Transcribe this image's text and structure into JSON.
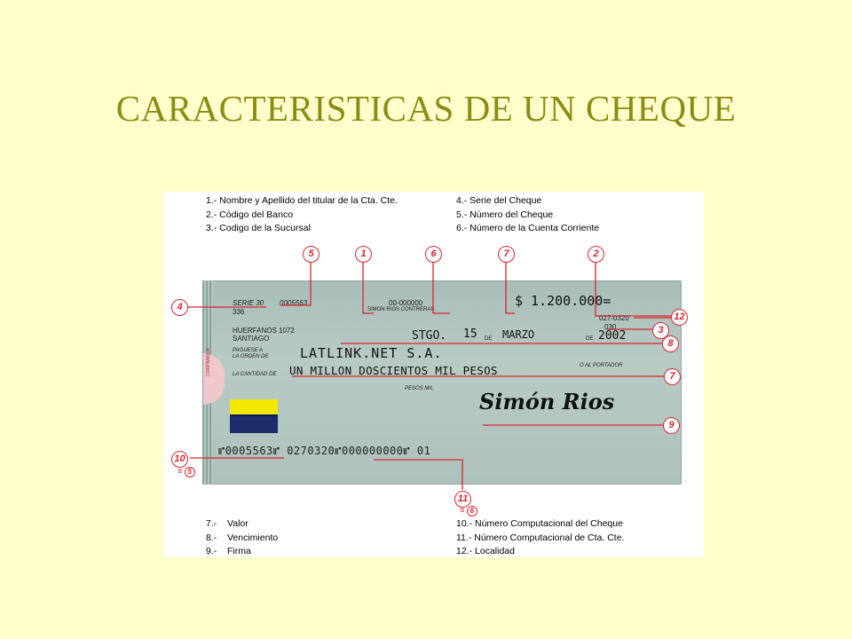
{
  "slide": {
    "title": "CARACTERISTICAS DE UN CHEQUE"
  },
  "legend_top_left": [
    "1.- Nombre y Apellido del titular de la Cta. Cte.",
    "2.- Código del Banco",
    "3.- Codigo de la Sucursal"
  ],
  "legend_top_right": [
    "4.- Serie del Cheque",
    "5.- Número del Cheque",
    "6.- Número de la Cuenta Corriente"
  ],
  "legend_bottom_left": [
    {
      "num": "7.-",
      "text": "Valor"
    },
    {
      "num": "8.-",
      "text": "Vencimiento"
    },
    {
      "num": "9.-",
      "text": "Firma"
    }
  ],
  "legend_bottom_right": [
    "10.- Número Computacional del Cheque",
    "11.- Número Computacional de Cta. Cte.",
    "12.- Localidad"
  ],
  "cheque": {
    "serie": "SERIE 30",
    "numero": "0005563",
    "serie_sub": "336",
    "cuenta": "00-000000",
    "titular": "SIMON RIOS CONTRERAS",
    "amount": "$ 1.200.000=",
    "bank_code": "027-0320",
    "branch_code": "030",
    "branch_address": "HUERFANOS 1072",
    "branch_city": "SANTIAGO",
    "place": "STGO.",
    "day": "15",
    "de1": "DE",
    "month": "MARZO",
    "de2": "DE",
    "year": "2002",
    "pay_label_1": "PAGUESE A",
    "pay_label_2": "LA ORDEN DE",
    "payee": "LATLINK.NET S.A.",
    "qty_label": "LA CANTIDAD DE",
    "amount_words": "UN MILLON DOSCIENTOS MIL PESOS",
    "portador": "O AL PORTADOR",
    "pesos": "PESOS M/L",
    "signature": "Simón Rios",
    "seal_text": "CORPBANCA",
    "micr": "⑈0005563⑈ 0270320⑈000000000⑈ 01"
  },
  "callouts": {
    "c5": "5",
    "c1": "1",
    "c6": "6",
    "c7a": "7",
    "c2": "2",
    "c4": "4",
    "c12": "12",
    "c3": "3",
    "c8": "8",
    "c7b": "7",
    "c9": "9",
    "c10": "10",
    "c11": "11"
  },
  "equal_notes": {
    "n10_prefix": "=",
    "n10_ref": "5",
    "n11_prefix": "=",
    "n11_ref": "6"
  },
  "colors": {
    "background": "#FFFFCC",
    "title": "#8C8C14",
    "callout": "#D7262E"
  }
}
